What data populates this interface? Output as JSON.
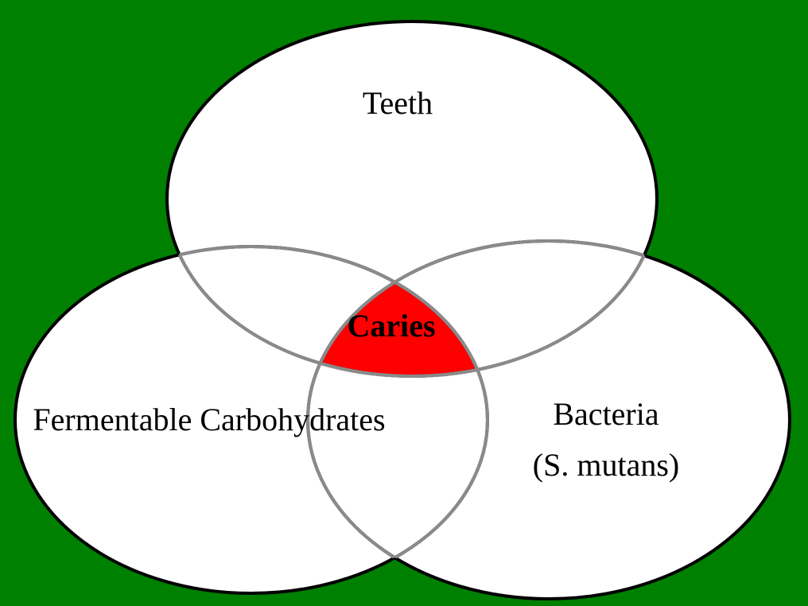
{
  "diagram": {
    "background_color": "#008000",
    "circle_fill": "#ffffff",
    "circle_stroke": "#000000",
    "inner_arc_stroke": "#8a8a8a",
    "intersection_color": "#ff0000",
    "sets": {
      "teeth": {
        "label": "Teeth"
      },
      "carbohydrates": {
        "label": "Fermentable Carbohydrates"
      },
      "bacteria": {
        "label_line1": "Bacteria",
        "label_line2": "(S. mutans)"
      }
    },
    "intersection": {
      "label": "Caries"
    }
  }
}
